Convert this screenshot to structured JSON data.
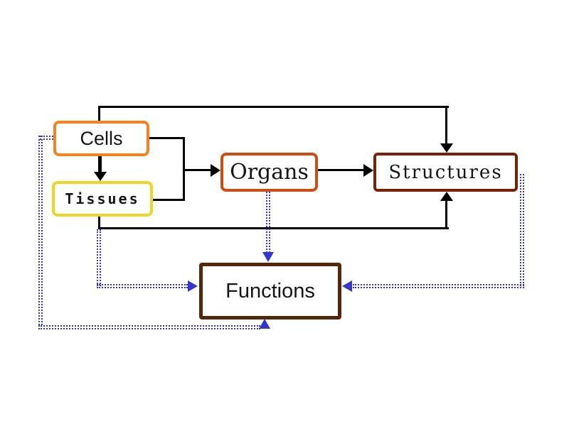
{
  "diagram": {
    "nodes": [
      {
        "id": "cells",
        "label": "Cells",
        "border_color": "#f5821f"
      },
      {
        "id": "tissues",
        "label": "Tissues",
        "border_color": "#f5d322"
      },
      {
        "id": "organs",
        "label": "Organs",
        "border_color": "#cf4b12"
      },
      {
        "id": "structures",
        "label": "Structures",
        "border_color": "#7a2105"
      },
      {
        "id": "functions",
        "label": "Functions",
        "border_color": "#52280b"
      }
    ],
    "edges": [
      {
        "from": "cells",
        "to": "tissues",
        "style": "solid",
        "color": "#000000",
        "route": "straight-down"
      },
      {
        "from": "cells",
        "to": "organs",
        "style": "solid",
        "color": "#000000",
        "route": "merge-bracket"
      },
      {
        "from": "tissues",
        "to": "organs",
        "style": "solid",
        "color": "#000000",
        "route": "merge-bracket"
      },
      {
        "from": "organs",
        "to": "structures",
        "style": "solid",
        "color": "#000000",
        "route": "straight-right"
      },
      {
        "from": "cells",
        "to": "structures",
        "style": "solid",
        "color": "#000000",
        "route": "over-top"
      },
      {
        "from": "tissues",
        "to": "structures",
        "style": "solid",
        "color": "#000000",
        "route": "under-bottom"
      },
      {
        "from": "organs",
        "to": "functions",
        "style": "double-dotted",
        "color": "#3535cf",
        "route": "straight-down"
      },
      {
        "from": "tissues",
        "to": "functions",
        "style": "double-dotted",
        "color": "#3535cf",
        "route": "down-then-right"
      },
      {
        "from": "structures",
        "to": "functions",
        "style": "double-dotted",
        "color": "#3535cf",
        "route": "down-then-left"
      },
      {
        "from": "cells",
        "to": "functions",
        "style": "double-dotted",
        "color": "#3535cf",
        "route": "outer-left-bottom"
      }
    ],
    "colors": {
      "solid_edge": "#000000",
      "dotted_edge": "#3535cf",
      "background": "#ffffff",
      "text": "#151515"
    }
  }
}
